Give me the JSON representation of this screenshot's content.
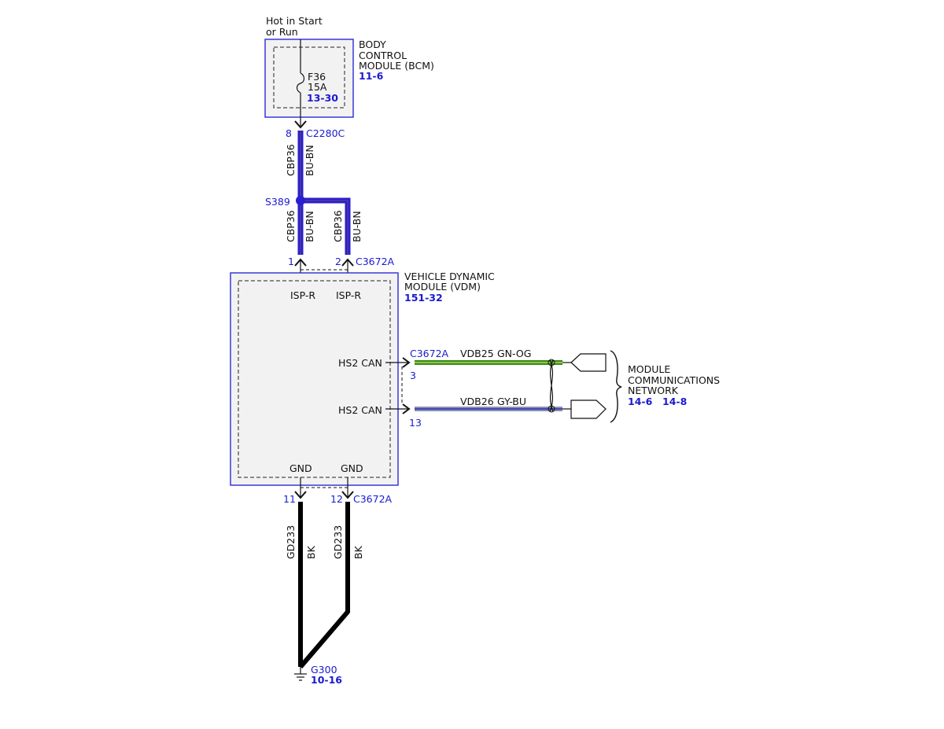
{
  "power": {
    "line1": "Hot in Start",
    "line2": "or Run"
  },
  "bcm": {
    "title1": "BODY",
    "title2": "CONTROL",
    "title3": "MODULE (BCM)",
    "ref": "11-6",
    "fuse_name": "F36",
    "fuse_rating": "15A",
    "fuse_ref": "13-30"
  },
  "connector_bcm": {
    "pin": "8",
    "name": "C2280C"
  },
  "wire_bcm": {
    "circuit": "CBP36",
    "color": "BU-BN"
  },
  "splice": {
    "name": "S389"
  },
  "wire_left": {
    "circuit": "CBP36",
    "color": "BU-BN"
  },
  "wire_right": {
    "circuit": "CBP36",
    "color": "BU-BN"
  },
  "connector_vdm_top": {
    "pin1": "1",
    "pin2": "2",
    "name": "C3672A"
  },
  "vdm": {
    "title1": "VEHICLE DYNAMIC",
    "title2": "MODULE (VDM)",
    "ref": "151-32",
    "isp1": "ISP-R",
    "isp2": "ISP-R",
    "can1": "HS2 CAN",
    "can2": "HS2 CAN",
    "gnd1": "GND",
    "gnd2": "GND"
  },
  "connector_can": {
    "name": "C3672A",
    "pin_a": "3",
    "pin_b": "13"
  },
  "can_wire_1": {
    "circuit": "VDB25",
    "color": "GN-OG"
  },
  "can_wire_2": {
    "circuit": "VDB26",
    "color": "GY-BU"
  },
  "network": {
    "line1": "MODULE",
    "line2": "COMMUNICATIONS",
    "line3": "NETWORK",
    "ref1": "14-6",
    "ref2": "14-8"
  },
  "connector_gnd": {
    "pin1": "11",
    "pin2": "12",
    "name": "C3672A"
  },
  "ground_wire_1": {
    "circuit": "GD233",
    "color": "BK"
  },
  "ground_wire_2": {
    "circuit": "GD233",
    "color": "BK"
  },
  "ground": {
    "name": "G300",
    "ref": "10-16"
  },
  "colors": {
    "module_border": "#2b2bd6",
    "wire_blue": "#2a1fd0",
    "wire_blue_core": "#5a3a8a",
    "wire_green": "#3c8a16",
    "wire_green_core": "#a8d868",
    "wire_gray": "#8a92a8",
    "wire_gray_core": "#2a2ac8",
    "wire_black": "#000000"
  }
}
